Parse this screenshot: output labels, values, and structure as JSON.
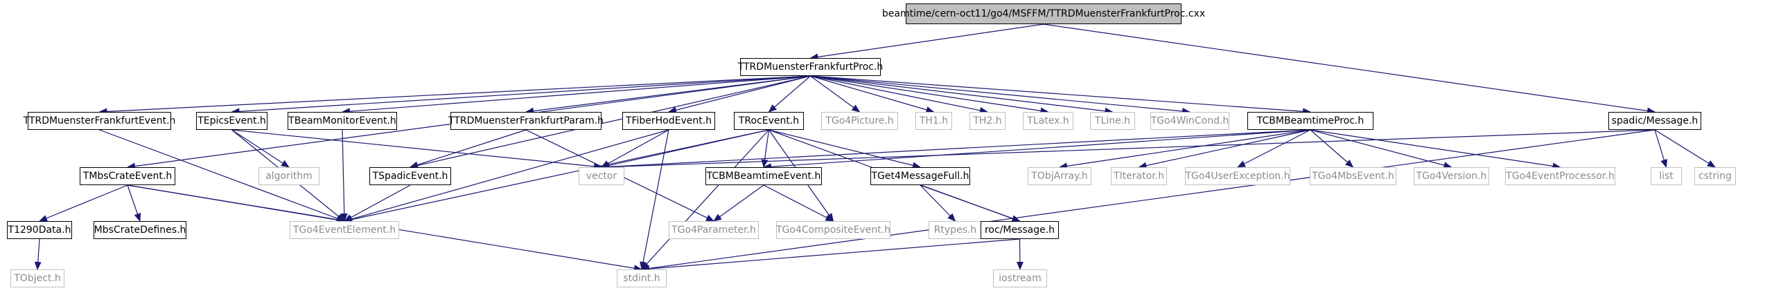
{
  "diagram": {
    "nodes": [
      {
        "id": "root",
        "label": "beamtime/cern-oct11/go4/MSFFM/TTRDMuensterFrankfurtProc.cxx",
        "kind": "root"
      },
      {
        "id": "proc_h",
        "label": "TTRDMuensterFrankfurtProc.h",
        "kind": "project"
      },
      {
        "id": "spadic_msg",
        "label": "spadic/Message.h",
        "kind": "project"
      },
      {
        "id": "mbs_crate",
        "label": "TMbsCrateEvent.h",
        "kind": "project"
      },
      {
        "id": "mf_event",
        "label": "TTRDMuensterFrankfurtEvent.h",
        "kind": "project"
      },
      {
        "id": "epics",
        "label": "TEpicsEvent.h",
        "kind": "project"
      },
      {
        "id": "beam_mon",
        "label": "TBeamMonitorEvent.h",
        "kind": "project"
      },
      {
        "id": "mf_param",
        "label": "TTRDMuensterFrankfurtParam.h",
        "kind": "project"
      },
      {
        "id": "fiber",
        "label": "TFiberHodEvent.h",
        "kind": "project"
      },
      {
        "id": "roc_event",
        "label": "TRocEvent.h",
        "kind": "project"
      },
      {
        "id": "go4picture",
        "label": "TGo4Picture.h",
        "kind": "external"
      },
      {
        "id": "th1",
        "label": "TH1.h",
        "kind": "external"
      },
      {
        "id": "th2",
        "label": "TH2.h",
        "kind": "external"
      },
      {
        "id": "tlatex",
        "label": "TLatex.h",
        "kind": "external"
      },
      {
        "id": "tline",
        "label": "TLine.h",
        "kind": "external"
      },
      {
        "id": "wincond",
        "label": "TGo4WinCond.h",
        "kind": "external"
      },
      {
        "id": "cbm_proc",
        "label": "TCBMBeamtimeProc.h",
        "kind": "project"
      },
      {
        "id": "algorithm",
        "label": "algorithm",
        "kind": "external"
      },
      {
        "id": "vector",
        "label": "vector",
        "kind": "external"
      },
      {
        "id": "spadic_event",
        "label": "TSpadicEvent.h",
        "kind": "project"
      },
      {
        "id": "cbm_event",
        "label": "TCBMBeamtimeEvent.h",
        "kind": "project"
      },
      {
        "id": "get4",
        "label": "TGet4MessageFull.h",
        "kind": "project"
      },
      {
        "id": "tobjarray",
        "label": "TObjArray.h",
        "kind": "external"
      },
      {
        "id": "titerator",
        "label": "TIterator.h",
        "kind": "external"
      },
      {
        "id": "userexc",
        "label": "TGo4UserException.h",
        "kind": "external"
      },
      {
        "id": "mbsevent",
        "label": "TGo4MbsEvent.h",
        "kind": "external"
      },
      {
        "id": "go4version",
        "label": "TGo4Version.h",
        "kind": "external"
      },
      {
        "id": "evproc",
        "label": "TGo4EventProcessor.h",
        "kind": "external"
      },
      {
        "id": "list",
        "label": "list",
        "kind": "external"
      },
      {
        "id": "cstring",
        "label": "cstring",
        "kind": "external"
      },
      {
        "id": "t1290",
        "label": "T1290Data.h",
        "kind": "project"
      },
      {
        "id": "mbsdefines",
        "label": "MbsCrateDefines.h",
        "kind": "project"
      },
      {
        "id": "evelement",
        "label": "TGo4EventElement.h",
        "kind": "external"
      },
      {
        "id": "parameter",
        "label": "TGo4Parameter.h",
        "kind": "external"
      },
      {
        "id": "composite",
        "label": "TGo4CompositeEvent.h",
        "kind": "external"
      },
      {
        "id": "rtypes",
        "label": "Rtypes.h",
        "kind": "external"
      },
      {
        "id": "roc_msg",
        "label": "roc/Message.h",
        "kind": "project"
      },
      {
        "id": "tobject",
        "label": "TObject.h",
        "kind": "external"
      },
      {
        "id": "stdint",
        "label": "stdint.h",
        "kind": "external"
      },
      {
        "id": "iostream",
        "label": "iostream",
        "kind": "external"
      }
    ],
    "edges": [
      [
        "root",
        "proc_h"
      ],
      [
        "root",
        "spadic_msg"
      ],
      [
        "proc_h",
        "mbs_crate"
      ],
      [
        "proc_h",
        "mf_event"
      ],
      [
        "proc_h",
        "epics"
      ],
      [
        "proc_h",
        "beam_mon"
      ],
      [
        "proc_h",
        "mf_param"
      ],
      [
        "proc_h",
        "fiber"
      ],
      [
        "proc_h",
        "roc_event"
      ],
      [
        "proc_h",
        "go4picture"
      ],
      [
        "proc_h",
        "th1"
      ],
      [
        "proc_h",
        "th2"
      ],
      [
        "proc_h",
        "tlatex"
      ],
      [
        "proc_h",
        "tline"
      ],
      [
        "proc_h",
        "wincond"
      ],
      [
        "proc_h",
        "cbm_proc"
      ],
      [
        "proc_h",
        "spadic_event"
      ],
      [
        "mbs_crate",
        "t1290"
      ],
      [
        "mbs_crate",
        "mbsdefines"
      ],
      [
        "mbs_crate",
        "evelement"
      ],
      [
        "mbs_crate",
        "stdint"
      ],
      [
        "t1290",
        "tobject"
      ],
      [
        "mf_event",
        "evelement"
      ],
      [
        "epics",
        "algorithm"
      ],
      [
        "epics",
        "vector"
      ],
      [
        "epics",
        "evelement"
      ],
      [
        "beam_mon",
        "evelement"
      ],
      [
        "mf_param",
        "spadic_event"
      ],
      [
        "mf_param",
        "parameter"
      ],
      [
        "spadic_event",
        "evelement"
      ],
      [
        "fiber",
        "vector"
      ],
      [
        "fiber",
        "evelement"
      ],
      [
        "fiber",
        "stdint"
      ],
      [
        "roc_event",
        "vector"
      ],
      [
        "roc_event",
        "evelement"
      ],
      [
        "roc_event",
        "stdint"
      ],
      [
        "roc_event",
        "cbm_event"
      ],
      [
        "roc_event",
        "get4"
      ],
      [
        "roc_event",
        "composite"
      ],
      [
        "roc_event",
        "roc_msg"
      ],
      [
        "cbm_proc",
        "vector"
      ],
      [
        "cbm_proc",
        "cbm_event"
      ],
      [
        "cbm_proc",
        "tobjarray"
      ],
      [
        "cbm_proc",
        "titerator"
      ],
      [
        "cbm_proc",
        "userexc"
      ],
      [
        "cbm_proc",
        "mbsevent"
      ],
      [
        "cbm_proc",
        "go4version"
      ],
      [
        "cbm_proc",
        "evproc"
      ],
      [
        "cbm_event",
        "parameter"
      ],
      [
        "cbm_event",
        "composite"
      ],
      [
        "get4",
        "rtypes"
      ],
      [
        "get4",
        "roc_msg"
      ],
      [
        "roc_msg",
        "stdint"
      ],
      [
        "roc_msg",
        "iostream"
      ],
      [
        "spadic_msg",
        "vector"
      ],
      [
        "spadic_msg",
        "list"
      ],
      [
        "spadic_msg",
        "cstring"
      ],
      [
        "spadic_msg",
        "stdint"
      ]
    ]
  }
}
